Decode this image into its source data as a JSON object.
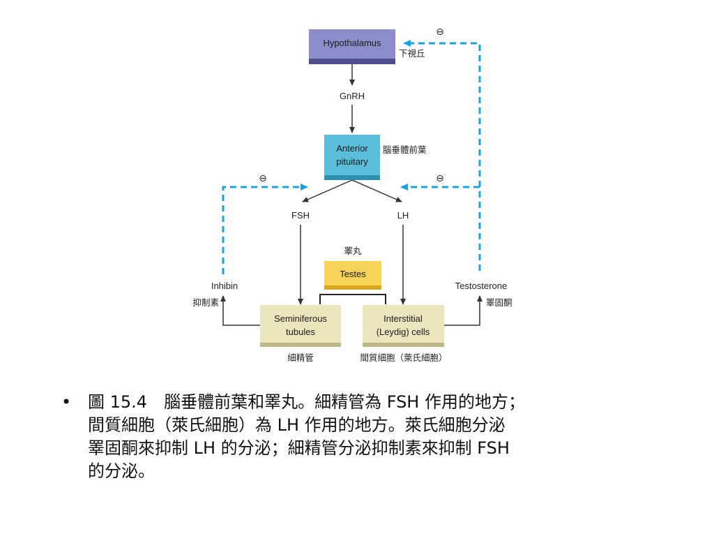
{
  "diagram": {
    "nodes": {
      "hypothalamus": {
        "label": "Hypothalamus",
        "zh": "下視丘",
        "color": "#8d8dcc",
        "shadow": "#4e4e8e"
      },
      "gnrh": {
        "label": "GnRH"
      },
      "anterior_pituitary": {
        "label_lines": [
          "Anterior",
          "pituitary"
        ],
        "zh": "腦垂體前葉",
        "color": "#5bbfdc",
        "shadow": "#2f8fb0"
      },
      "fsh": {
        "label": "FSH"
      },
      "lh": {
        "label": "LH"
      },
      "testes": {
        "label": "Testes",
        "zh": "睪丸",
        "color": "#f7d35a",
        "shadow": "#d9a81e"
      },
      "seminiferous_tubules": {
        "label_lines": [
          "Seminiferous",
          "tubules"
        ],
        "zh": "細精管",
        "color": "#ece6bf",
        "shadow": "#bfb689"
      },
      "interstitial_cells": {
        "label_lines": [
          "Interstitial",
          "(Leydig) cells"
        ],
        "zh": "間質細胞（萊氏細胞）",
        "color": "#ece6bf",
        "shadow": "#bfb689"
      },
      "inhibin": {
        "label": "Inhibin",
        "zh": "抑制素"
      },
      "testosterone": {
        "label": "Testosterone",
        "zh": "睪固酮"
      }
    },
    "feedback_symbol": "⊖",
    "feedback_color": "#1ba1e2"
  },
  "caption": {
    "bullet": "•",
    "lines": [
      "圖 15.4　腦垂體前葉和睪丸。細精管為 FSH 作用的地方；",
      "間質細胞（萊氏細胞）為 LH 作用的地方。萊氏細胞分泌",
      "睪固酮來抑制 LH 的分泌；細精管分泌抑制素來抑制 FSH",
      "的分泌。"
    ]
  }
}
